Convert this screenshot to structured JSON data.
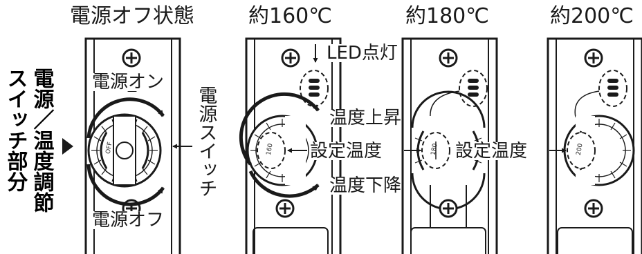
{
  "headers": {
    "off_state": "電源オフ状態",
    "temp_160": "約160℃",
    "temp_180": "約180℃",
    "temp_200": "約200℃"
  },
  "side_label": {
    "line1": "電源",
    "line2": "／",
    "line3": "温度調節",
    "line4": "スイッチ部分"
  },
  "labels": {
    "power_on": "電源オン",
    "power_off": "電源オフ",
    "power_switch": "電源スイッチ",
    "led_on": "LED点灯",
    "temp_up": "温度上昇",
    "temp_down": "温度下降",
    "set_temp": "設定温度"
  },
  "dial_marks": {
    "off": "OFF",
    "t160": "160",
    "t180": "180",
    "t200": "200"
  },
  "colors": {
    "ink": "#1a1a1a",
    "background": "#ffffff"
  }
}
